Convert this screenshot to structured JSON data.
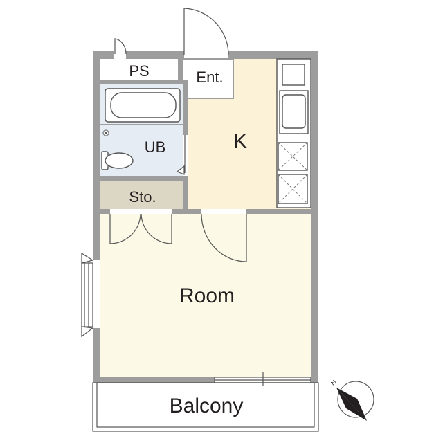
{
  "floor_plan": {
    "rooms": {
      "ps": "PS",
      "entrance": "Ent.",
      "kitchen": "K",
      "unit_bath": "UB",
      "storage": "Sto.",
      "room": "Room",
      "balcony": "Balcony"
    },
    "compass": {
      "north_letter": "N"
    },
    "colors": {
      "wall": "#9d9d9d",
      "kitchen_floor": "#fbf2d7",
      "room_floor": "#fcfae6",
      "unit_bath_floor": "#e6ecf3",
      "storage_floor": "#dcd6c4",
      "entrance_floor": "#ffffff",
      "fixture_line": "#555555",
      "text": "#231f20"
    }
  }
}
